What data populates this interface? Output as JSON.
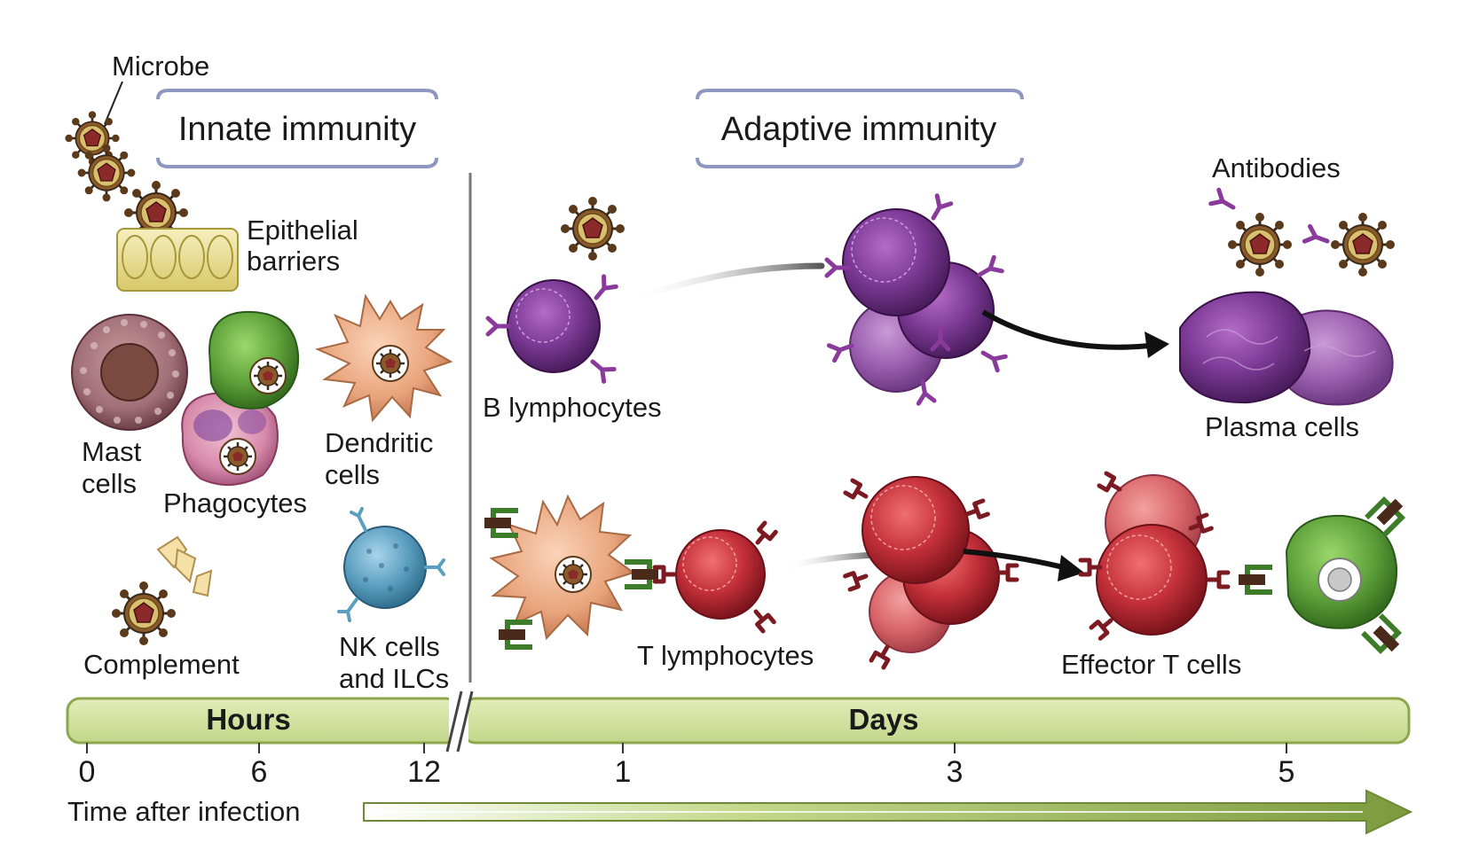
{
  "headers": {
    "innate": "Innate immunity",
    "adaptive": "Adaptive immunity"
  },
  "labels": {
    "microbe": "Microbe",
    "epithelial_1": "Epithelial",
    "epithelial_2": "barriers",
    "mast_1": "Mast",
    "mast_2": "cells",
    "phagocytes": "Phagocytes",
    "dendritic_1": "Dendritic",
    "dendritic_2": "cells",
    "complement": "Complement",
    "nk_1": "NK cells",
    "nk_2": "and ILCs",
    "b_lymphocytes": "B lymphocytes",
    "antibodies": "Antibodies",
    "plasma_cells": "Plasma cells",
    "t_lymphocytes": "T lymphocytes",
    "effector_t_cells": "Effector T cells"
  },
  "timeline": {
    "hours_label": "Hours",
    "days_label": "Days",
    "ticks": [
      "0",
      "6",
      "12",
      "1",
      "3",
      "5"
    ],
    "axis_label": "Time after infection"
  },
  "colors": {
    "header_border": "#8f97c0",
    "bar_fill": "#cfe09a",
    "bar_stroke": "#8ea64d",
    "arrow_green": "#7c9b3e",
    "b_cell": "#7d3a96",
    "t_cell": "#c4303a",
    "green_cell": "#5ea13a",
    "dendritic": "#e8a47c",
    "nk_cell": "#5b9ec0",
    "mast_cell": "#8e5e66",
    "microbe": "#7a4a2a",
    "epithelial": "#e6d98a"
  }
}
